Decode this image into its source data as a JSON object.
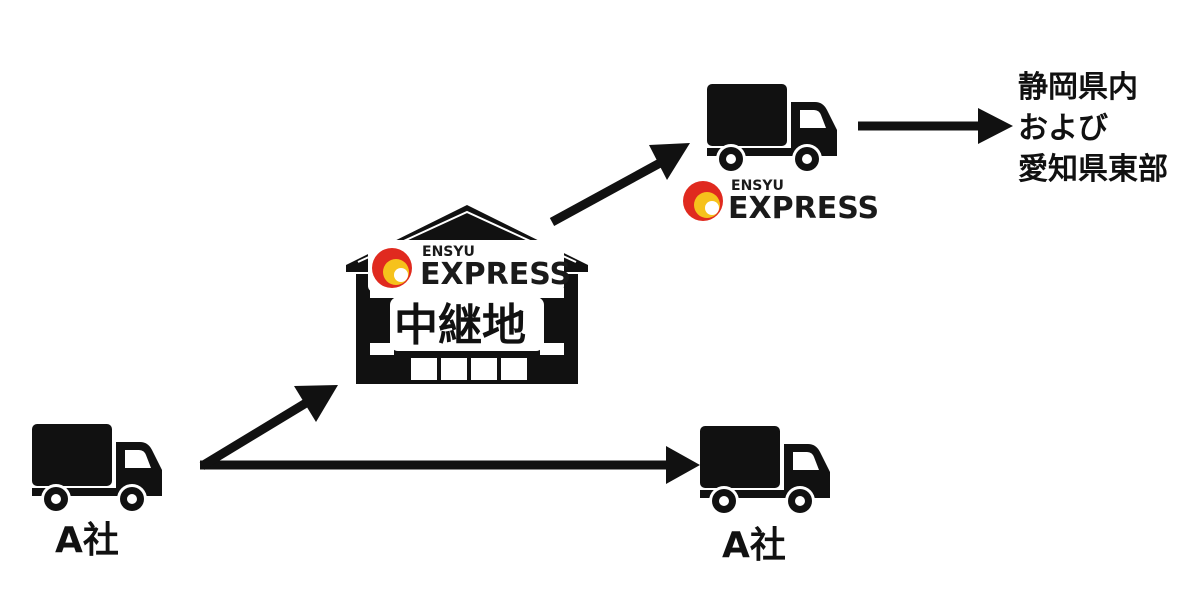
{
  "nodes": {
    "sender_truck": {
      "label": "A社",
      "icon": "truck-icon"
    },
    "direct_truck": {
      "label": "A社",
      "icon": "truck-icon"
    },
    "relay": {
      "icon": "warehouse-icon",
      "label": "中継地",
      "logo": {
        "top": "ENSYU",
        "main": "EXPRESS"
      }
    },
    "ensyu_truck": {
      "icon": "truck-icon",
      "logo": {
        "top": "ENSYU",
        "main": "EXPRESS"
      }
    },
    "destination": {
      "lines": [
        "静岡県内",
        "および",
        "愛知県東部"
      ]
    }
  },
  "colors": {
    "ink": "#111111",
    "logo_red": "#e02a1f",
    "logo_yellow": "#f6c21c",
    "background": "#ffffff"
  }
}
